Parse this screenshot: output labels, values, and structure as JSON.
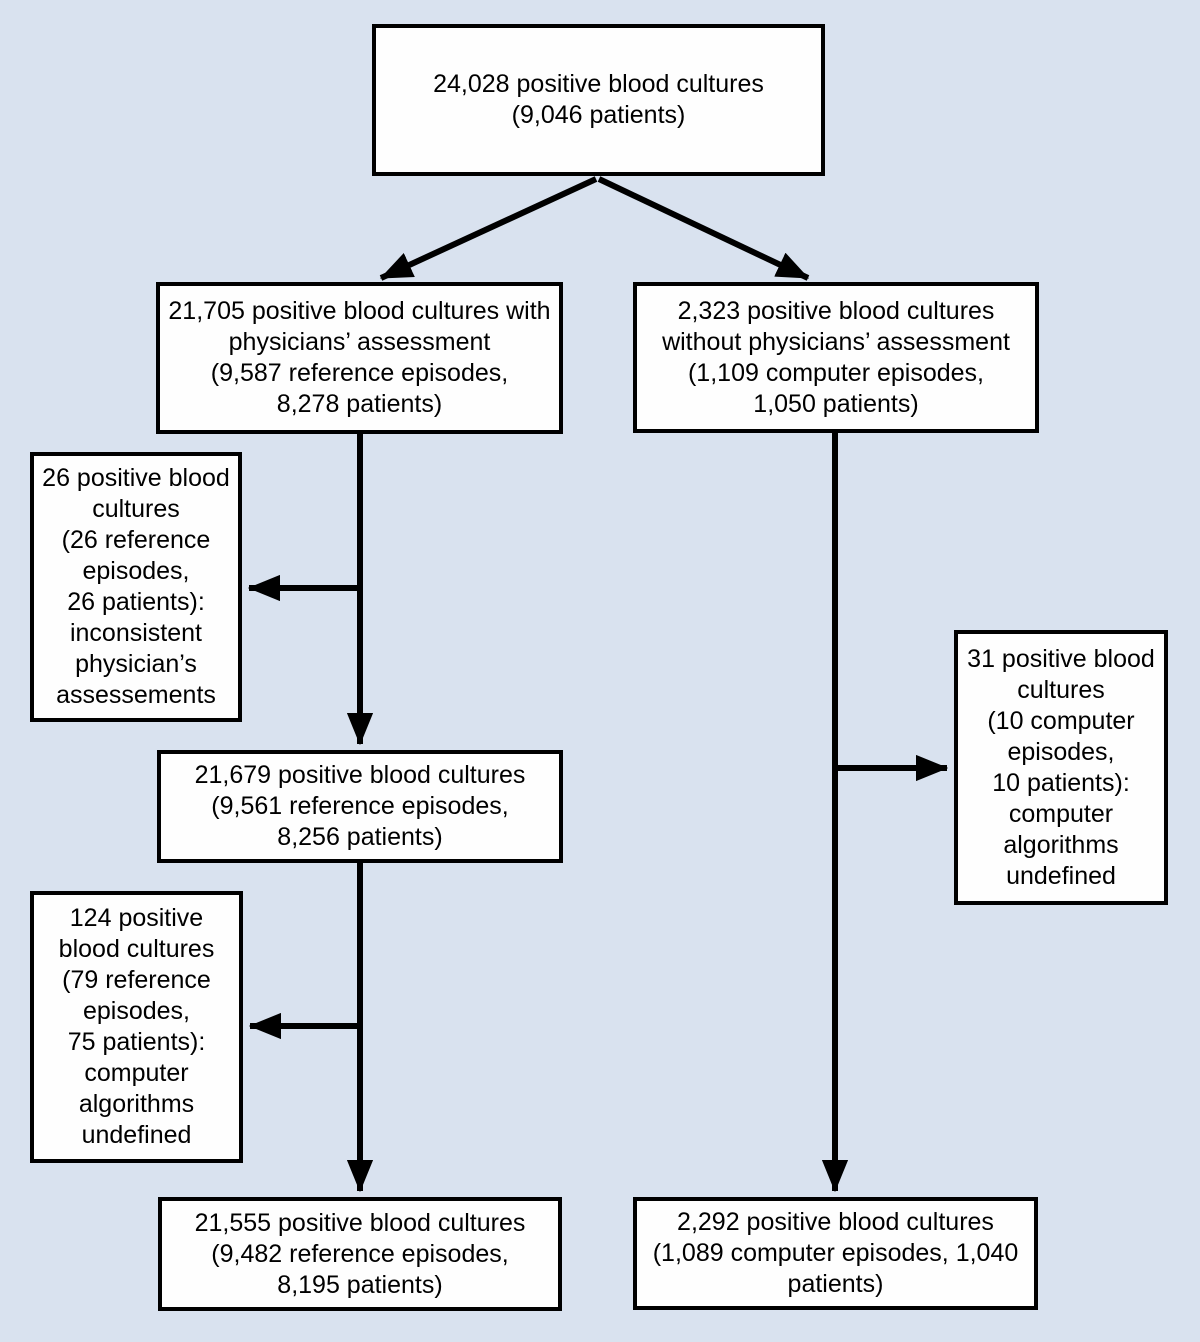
{
  "diagram": {
    "type": "flowchart",
    "colors": {
      "background": "#d9e2ef",
      "box_fill": "#fefefe",
      "box_border": "#000000",
      "arrow": "#000000",
      "text": "#000000"
    },
    "nodes": {
      "total": {
        "text": "24,028 positive blood cultures\n(9,046 patients)"
      },
      "with_assessment": {
        "text": "21,705 positive blood cultures with\nphysicians’ assessment\n(9,587 reference episodes,\n8,278 patients)"
      },
      "without_assessment": {
        "text": "2,323 positive blood cultures\nwithout physicians’ assessment\n(1,109 computer episodes,\n1,050 patients)"
      },
      "excluded_inconsistent": {
        "text": "26 positive blood\ncultures\n(26 reference\nepisodes,\n26 patients):\ninconsistent\nphysician’s\nassessements"
      },
      "excluded_computer_right": {
        "text": "31 positive blood\ncultures\n(10 computer\nepisodes,\n10 patients):\ncomputer\nalgorithms\nundefined"
      },
      "after_inconsistent_removed": {
        "text": "21,679 positive blood cultures\n(9,561 reference episodes,\n8,256 patients)"
      },
      "excluded_computer_left": {
        "text": "124 positive\nblood cultures\n(79 reference\nepisodes,\n75 patients):\ncomputer\nalgorithms\nundefined"
      },
      "final_left": {
        "text": "21,555 positive blood cultures\n(9,482 reference episodes,\n8,195 patients)"
      },
      "final_right": {
        "text": "2,292 positive blood cultures\n(1,089 computer episodes, 1,040\npatients)"
      }
    }
  }
}
